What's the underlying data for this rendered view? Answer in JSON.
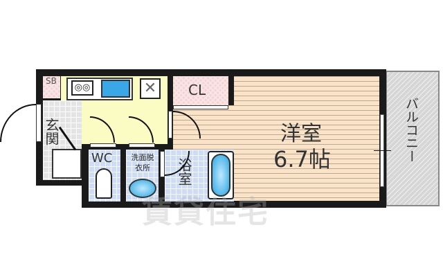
{
  "rooms": {
    "sb": "SB",
    "genkan": "玄関",
    "closet": "CL",
    "wc": "WC",
    "washroom": "洗面脱衣所",
    "bath": "浴室",
    "western_room": "洋室",
    "western_room_size": "6.7帖",
    "balcony": "バルコニー"
  },
  "watermark": "賃貸住宅",
  "colors": {
    "kitchen": "#fbfbc4",
    "floor": "#fbe3c8",
    "wet_area": "#cfdcf5",
    "closet": "#f6d2d2",
    "fixture_blue": "#2aa6e0"
  }
}
